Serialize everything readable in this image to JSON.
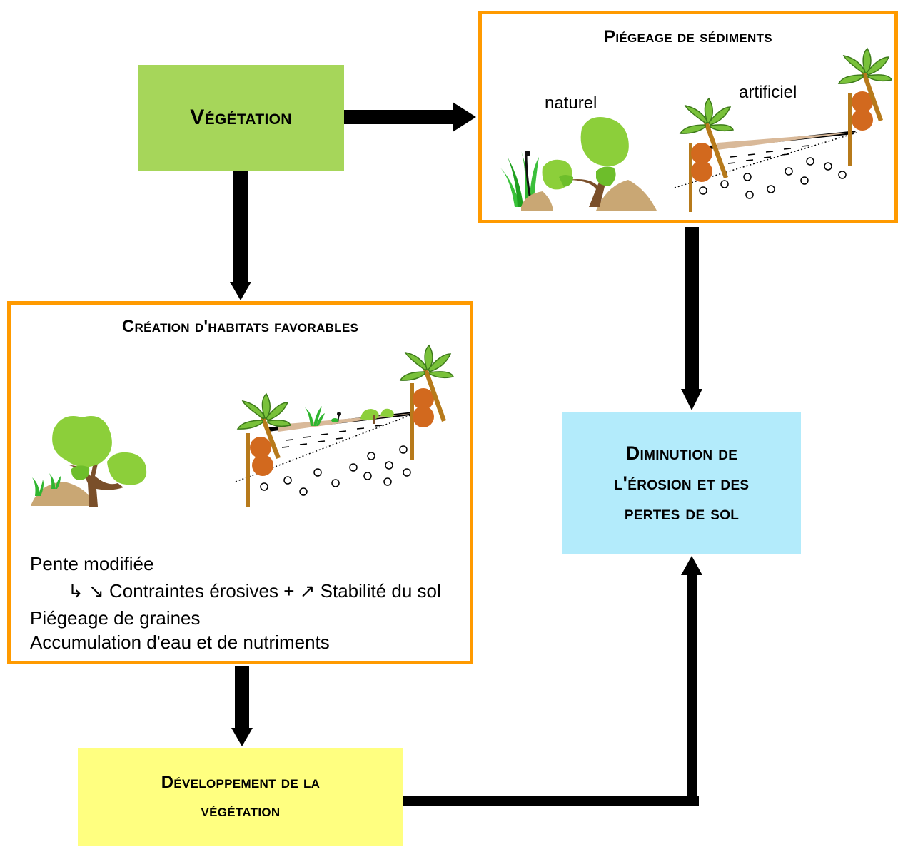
{
  "vegetation": {
    "title": "Végétation"
  },
  "sediment_trapping": {
    "title": "Piégeage de sédiments",
    "natural_label": "naturel",
    "artificial_label": "artificiel"
  },
  "habitat_creation": {
    "title": "Création d'habitats favorables",
    "lines": [
      "Pente modifiée",
      "↳ ↘ Contraintes érosives + ↗ Stabilité du sol",
      "Piégeage de graines",
      "Accumulation d'eau et de nutriments"
    ]
  },
  "erosion_reduction": {
    "line1": "Diminution de",
    "line2": "l'érosion et des",
    "line3": "pertes de sol"
  },
  "vegetation_development": {
    "line1": "Développement de la",
    "line2": "végétation"
  },
  "colors": {
    "vegetation_fill": "#a6d65a",
    "border_accent": "#ff9a00",
    "erosion_fill": "#b3ebfb",
    "development_fill": "#ffff80",
    "arrow": "#000000"
  }
}
